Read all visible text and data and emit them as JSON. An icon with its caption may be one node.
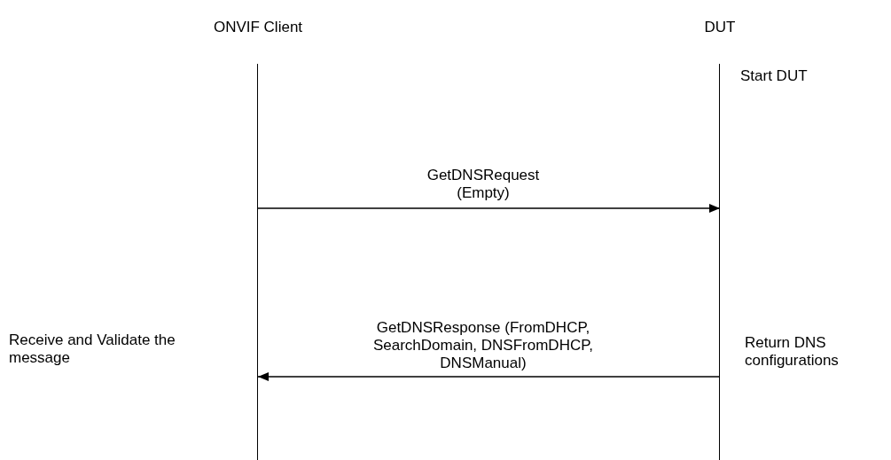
{
  "diagram": {
    "nodes": [
      {
        "text": [
          "ONVIF Client"
        ]
      },
      {
        "text": [
          "DUT"
        ]
      }
    ],
    "edges": [
      {
        "from": 0,
        "to": 1,
        "arrow": "to",
        "label": "GetDNSRequest (Empty)"
      },
      {
        "from": 1,
        "to": 0,
        "arrow": "to",
        "label": "GetDNSResponse (FromDHCP, SearchDomain, DNSFromDHCP, DNSManual)"
      }
    ],
    "labels": [
      "Start DUT",
      "Receive and Validate the message",
      "Return DNS configurations"
    ]
  }
}
